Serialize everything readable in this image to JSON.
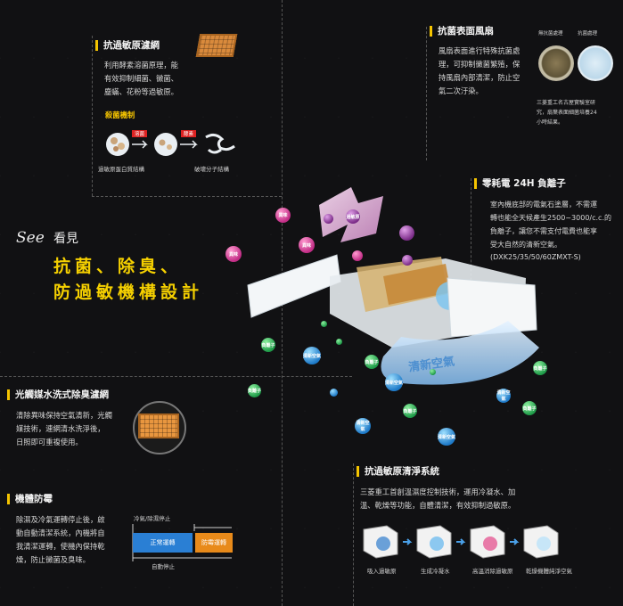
{
  "headline": {
    "see": "See",
    "see_cn": "看見",
    "line1": "抗菌、除臭、",
    "line2": "防過敏機構設計"
  },
  "anti_allergen_filter": {
    "title": "抗過敏原濾網",
    "body": "利用酵素溶菌原理，能\n有效抑制細菌、黴菌、\n塵蟎、花粉等過敏原。",
    "mechanism_title": "殺菌機制",
    "tag1": "溶菌",
    "tag2": "酵素",
    "caption_left": "過敏原蛋白質結構",
    "caption_right": "破壞分子結構"
  },
  "antibacterial_fan": {
    "title": "抗菌表面風扇",
    "body": "風扇表面進行特殊抗菌處\n理，可抑制黴菌繁殖，保\n持風扇內部清潔，防止空\n氣二次汙染。",
    "label_untreated": "無抗菌處理",
    "label_treated": "抗菌處理",
    "note": "三菱重工名古屋實驗室研\n究，扇葉表面細菌培養24\n小時結果。"
  },
  "ionizer": {
    "title": "零耗電 24H 負離子",
    "body": "室內機底部的電氣石塗層，不需運\n轉也能全天候產生2500~3000/c.c.的\n負離子，讓您不需支付電費也能享\n受大自然的清新空氣。",
    "models": "(DXK25/35/50/60ZMXT-S)"
  },
  "photocatalyst_filter": {
    "title": "光觸媒水洗式除臭濾網",
    "body": "清除異味保持空氣清新，光觸\n媒技術，連網清水洗淨後，\n日照即可重複使用。"
  },
  "mold_prevention": {
    "title": "機體防霉",
    "body": "除濕及冷氣運轉停止後，啟\n動自動清潔系統，內機將自\n我清潔運轉，使機內保持乾\n燥，防止黴菌及臭味。",
    "stop_label": "冷氣/除濕停止",
    "normal_op": "正常運轉",
    "mold_op": "防霉運轉",
    "auto_stop": "自動停止"
  },
  "cleaning_system": {
    "title": "抗過敏原清淨系統",
    "body": "三菱重工首創溫濕度控制技術，運用冷凝水、加\n溫、乾燥等功能，自體清潔，有效抑制過敏原。",
    "steps": [
      "吸入過敏原",
      "生成冷凝水",
      "高溫消除過敏原",
      "乾燥機體純淨空氣"
    ]
  },
  "bubbles": {
    "odor1": "異味",
    "odor2": "異味",
    "odor3": "異味",
    "allergen": "過敏原",
    "ion": "負離子",
    "fresh": "清新空氣",
    "arrow_text": "清新空氣"
  },
  "colors": {
    "accent": "#f5c400",
    "blue_bar": "#2a7fd4",
    "orange_bar": "#e88a1a"
  }
}
